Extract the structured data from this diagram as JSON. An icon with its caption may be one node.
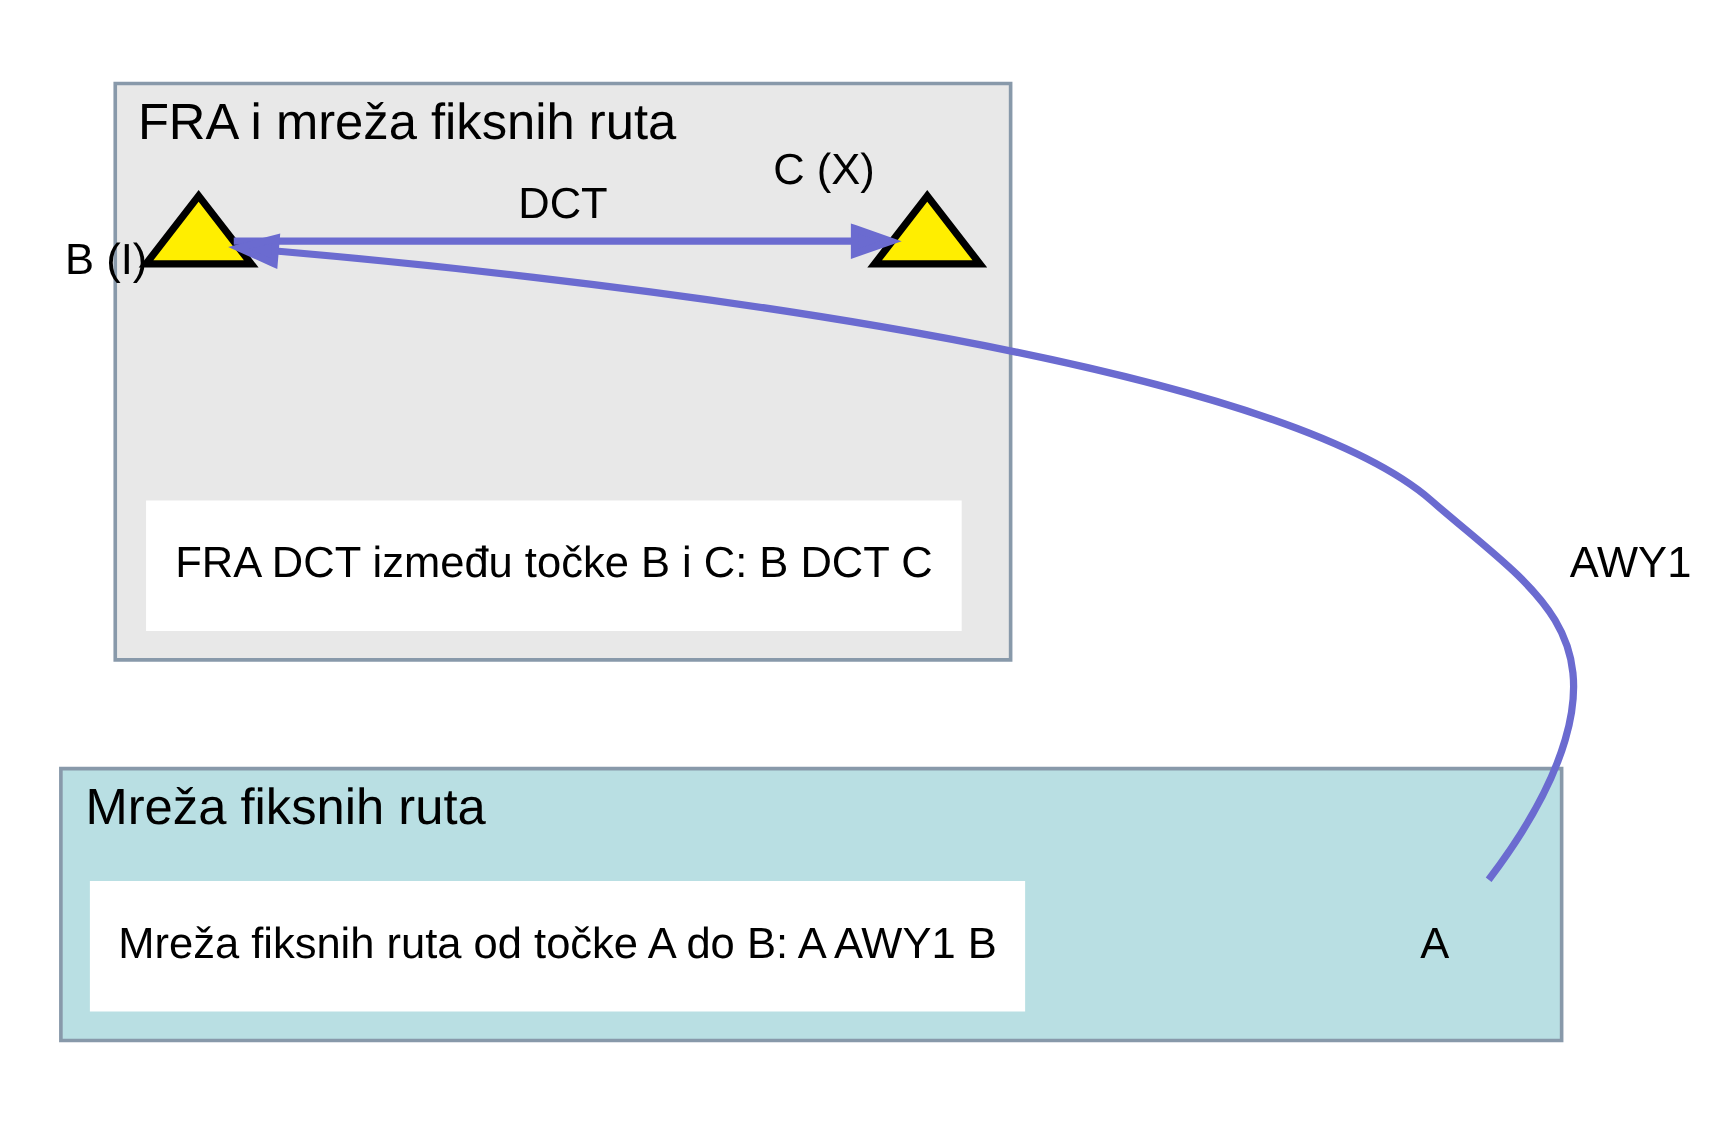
{
  "diagram": {
    "nodes": [
      {
        "text": [
          "FRA i mreža fiksnih ruta"
        ]
      },
      {
        "text": [],
        "shape": "triangle",
        "beside": [
          "C (X)"
        ],
        "in": 0
      },
      {
        "text": [],
        "shape": "triangle",
        "beside": [
          "B (I)"
        ],
        "in": 0
      },
      {
        "text": [
          "Mreža fiksnih ruta"
        ]
      },
      {
        "text": [
          "A"
        ],
        "in": 3
      }
    ],
    "edges": [
      {
        "from": 4,
        "to": 2,
        "arrow": "to",
        "label": "AWY1"
      },
      {
        "from": 2,
        "to": 1,
        "arrow": "to",
        "label": "DCT"
      }
    ],
    "labels": [
      "FRA DCT između točke B i C: B DCT C",
      "Mreža fiksnih ruta od točke A do B: A AWY1 B"
    ]
  }
}
